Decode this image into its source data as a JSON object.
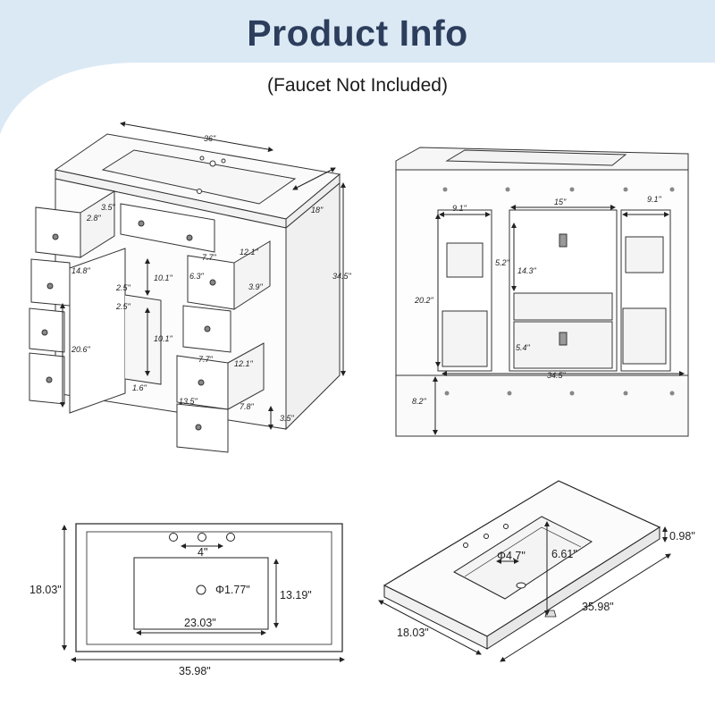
{
  "header": {
    "title": "Product Info",
    "subtitle": "(Faucet Not Included)",
    "banner_color": "#dbe9f5",
    "title_color": "#2c3e5c"
  },
  "front_view": {
    "width": "36\"",
    "depth": "18\"",
    "height": "34.5\"",
    "drawer_top_height": "3.5\"",
    "drawer_top_inner": "2.8\"",
    "left_drawer_depth": "14.8\"",
    "door_height": "20.6\"",
    "shelf_gap_top": "2.5\"",
    "shelf_gap_mid": "2.5\"",
    "shelf_height_upper": "10.1\"",
    "shelf_height_lower": "10.1\"",
    "bottom_gap": "1.6\"",
    "right_drawer_width_upper": "7.7\"",
    "right_drawer_depth_upper": "12.1\"",
    "right_drawer_height_upper": "6.3\"",
    "right_drawer_inner_upper": "3.9\"",
    "right_drawer_width_lower": "7.7\"",
    "right_drawer_depth_lower": "12.1\"",
    "right_drawer_height_lower": "13.5\"",
    "right_drawer_inner_lower": "7.8\"",
    "toe_kick": "3.5\""
  },
  "back_view": {
    "left_bay": "9.1\"",
    "center_bay": "15\"",
    "right_bay": "9.1\"",
    "notch": "5.2\"",
    "upper_opening": "14.3\"",
    "side_height": "20.2\"",
    "lower_opening": "5.4\"",
    "inner_width": "34.5\"",
    "base_height": "8.2\""
  },
  "top_view": {
    "faucet_spacing": "4\"",
    "drain": "Φ1.77\"",
    "basin_depth": "13.19\"",
    "basin_width": "23.03\"",
    "overall_depth": "18.03\"",
    "overall_width": "35.98\""
  },
  "iso_view": {
    "thickness": "0.98\"",
    "basin_depth": "6.61\"",
    "bowl_diameter": "Φ4.7\"",
    "width": "35.98\"",
    "depth": "18.03\""
  }
}
